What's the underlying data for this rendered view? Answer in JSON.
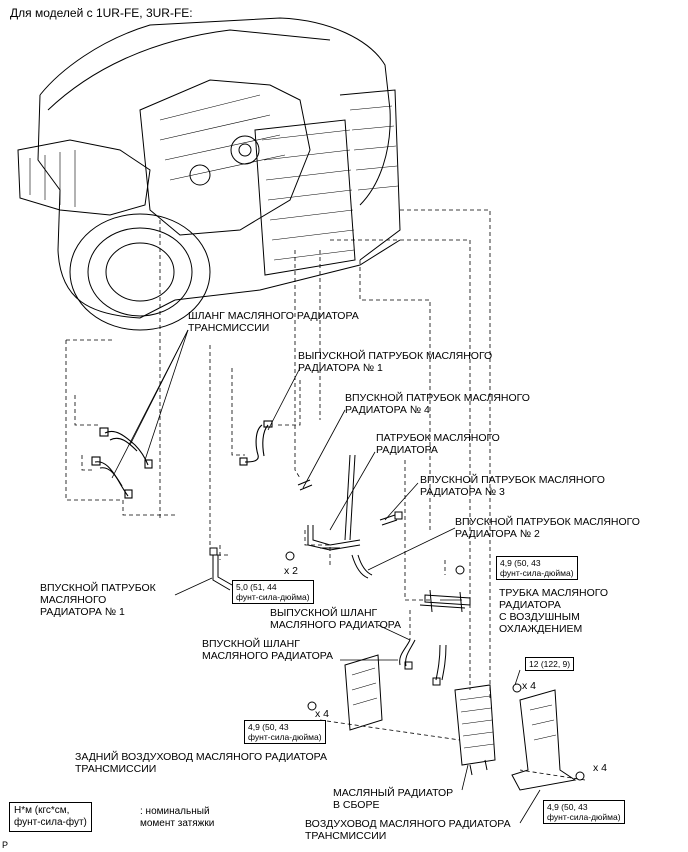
{
  "title": "Для моделей с 1UR-FE, 3UR-FE:",
  "corner_mark": "P",
  "labels": {
    "hose_trans": "ШЛАНГ МАСЛЯНОГО РАДИАТОРА\nТРАНСМИССИИ",
    "outlet_pipe1": "ВЫПУСКНОЙ ПАТРУБОК МАСЛЯНОГО\nРАДИАТОРА № 1",
    "inlet_pipe4": "ВПУСКНОЙ ПАТРУБОК МАСЛЯНОГО\nРАДИАТОРА № 4",
    "pipe": "ПАТРУБОК МАСЛЯНОГО\nРАДИАТОРА",
    "inlet_pipe3": "ВПУСКНОЙ ПАТРУБОК МАСЛЯНОГО\nРАДИАТОРА № 3",
    "inlet_pipe2": "ВПУСКНОЙ ПАТРУБОК МАСЛЯНОГО\nРАДИАТОРА № 2",
    "inlet_pipe1": "ВПУСКНОЙ ПАТРУБОК\nМАСЛЯНОГО\nРАДИАТОРА № 1",
    "air_tube": "ТРУБКА МАСЛЯНОГО\nРАДИАТОРА\nС ВОЗДУШНЫМ\nОХЛАЖДЕНИЕМ",
    "outlet_hose": "ВЫПУСКНОЙ ШЛАНГ\nМАСЛЯНОГО РАДИАТОРА",
    "inlet_hose": "ВПУСКНОЙ ШЛАНГ\nМАСЛЯНОГО РАДИАТОРА",
    "rear_duct": "ЗАДНИЙ ВОЗДУХОВОД МАСЛЯНОГО РАДИАТОРА\nТРАНСМИССИИ",
    "cooler_assy": "МАСЛЯНЫЙ РАДИАТОР\nВ СБОРЕ",
    "duct": "ВОЗДУХОВОД МАСЛЯНОГО РАДИАТОРА\nТРАНСМИССИИ"
  },
  "torques": {
    "t1": "5,0 (51, 44\nфунт-сила-дюйма)",
    "t2": "4,9 (50, 43\nфунт-сила-дюйма)",
    "t3": "12 (122, 9)",
    "t4": "4,9 (50, 43\nфунт-сила-дюйма)",
    "t5": "4,9 (50, 43\nфунт-сила-дюйма)"
  },
  "multipliers": {
    "m1": "x 2",
    "m2": "x 4",
    "m3": "x 4",
    "m4": "x 4"
  },
  "legend": {
    "unit": "Н*м (кгс*см,\nфунт-сила-фут)",
    "desc": ": номинальный\nмомент затяжки"
  }
}
